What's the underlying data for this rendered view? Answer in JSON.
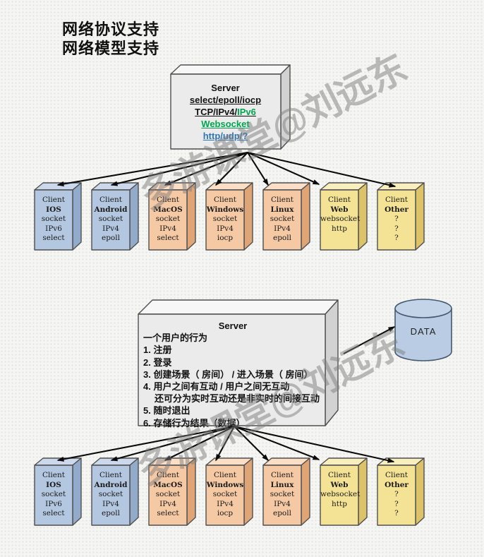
{
  "page": {
    "title_line1": "网络协议支持",
    "title_line2": "网络模型支持"
  },
  "watermark": {
    "text": "多游课堂@刘远东"
  },
  "diagram1": {
    "server": {
      "name": "Server",
      "multiplex_line": "select/epoll/iocp",
      "protocol_line_black": "TCP/IPv4/",
      "protocol_line_green": "IPv6",
      "websocket_line": "Websocket",
      "http_line": "http/udp/?"
    }
  },
  "diagram2": {
    "server": {
      "name": "Server",
      "behavior_title": "一个用户的行为",
      "steps": [
        "1. 注册",
        "2. 登录",
        "3. 创建场景（ 房间） / 进入场景（ 房间）",
        "4. 用户之间有互动 / 用户之间无互动",
        "还可分为实时互动还是非实时的间接互动",
        "5. 随时退出",
        "6. 存储行为结果（数据）"
      ]
    },
    "database": {
      "label": "DATA"
    }
  },
  "clients": [
    {
      "title": "Client",
      "os": "IOS",
      "lines": [
        "socket",
        "IPv6",
        "select"
      ],
      "color": "blue"
    },
    {
      "title": "Client",
      "os": "Android",
      "lines": [
        "socket",
        "IPv4",
        "epoll"
      ],
      "color": "blue"
    },
    {
      "title": "Client",
      "os": "MacOS",
      "lines": [
        "socket",
        "IPv4",
        "select"
      ],
      "color": "orange"
    },
    {
      "title": "Client",
      "os": "Windows",
      "lines": [
        "socket",
        "IPv4",
        "iocp"
      ],
      "color": "orange"
    },
    {
      "title": "Client",
      "os": "Linux",
      "lines": [
        "socket",
        "IPv4",
        "epoll"
      ],
      "color": "orange"
    },
    {
      "title": "Client",
      "os": "Web",
      "lines": [
        "websocket",
        "http"
      ],
      "color": "yellow"
    },
    {
      "title": "Client",
      "os": "Other",
      "lines": [
        "?",
        "?",
        "?"
      ],
      "color": "yellow"
    }
  ],
  "colors": {
    "client_blue": "#b4c7e1",
    "client_orange": "#f6c9a5",
    "client_yellow": "#f5e395",
    "server_gray": "#ebebeb",
    "database_blue": "#b9cce4",
    "accent_green": "#00a651",
    "accent_blue": "#2e75b6",
    "arrow_black": "#0b0b0b",
    "watermark_gray": "#7d7d7d"
  }
}
